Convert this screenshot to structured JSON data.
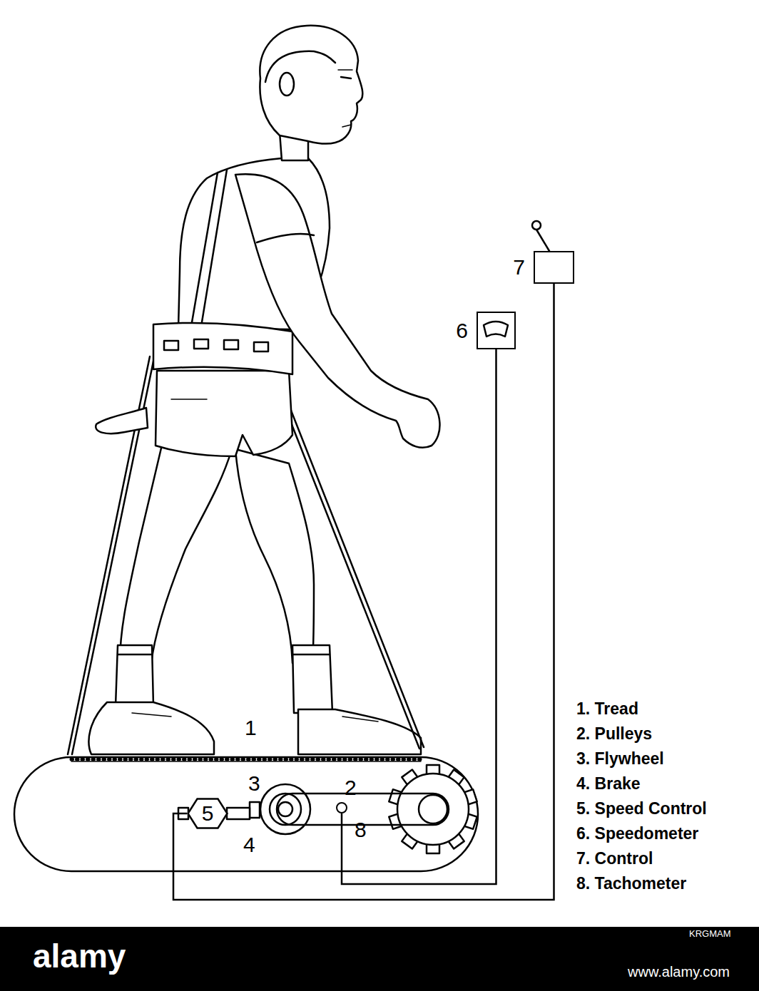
{
  "diagram": {
    "nodes": [
      {
        "text": [
          "7"
        ]
      },
      {
        "text": [
          "6"
        ]
      },
      {
        "text": [
          "5"
        ]
      },
      {
        "text": [
          "8"
        ]
      }
    ],
    "edges": [
      {
        "from": 1,
        "to": 3,
        "arrow": "none"
      },
      {
        "from": 0,
        "to": 2,
        "arrow": "none"
      }
    ],
    "labels": [
      "1",
      "2",
      "3",
      "4",
      "1. Tread",
      "2. Pulleys",
      "3. Flywheel",
      "4. Brake",
      "5. Speed Control",
      "6. Speedometer",
      "7. Control",
      "8. Tachometer",
      "alamy",
      "KRGMAM",
      "www.alamy.com"
    ]
  }
}
